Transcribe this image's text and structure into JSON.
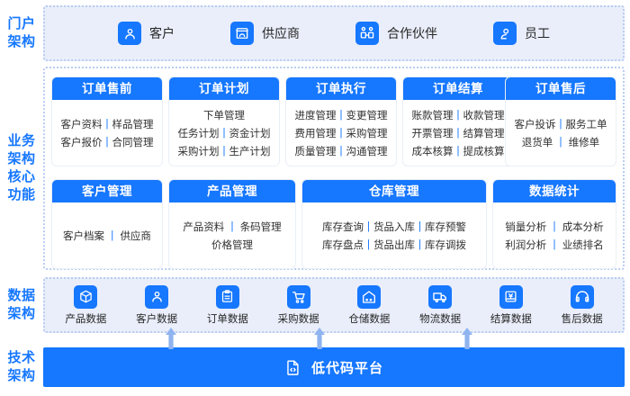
{
  "rails": [
    {
      "id": "portal",
      "label": "门户\n架构"
    },
    {
      "id": "business",
      "label": "业务\n架构\n核心\n功能"
    },
    {
      "id": "data",
      "label": "数据\n架构"
    },
    {
      "id": "tech",
      "label": "技术\n架构"
    }
  ],
  "rail_labels": {
    "portal_l1": "门户",
    "portal_l2": "架构",
    "business_l1": "业务",
    "business_l2": "架构",
    "business_l3": "核心",
    "business_l4": "功能",
    "data_l1": "数据",
    "data_l2": "架构",
    "tech_l1": "技术",
    "tech_l2": "架构"
  },
  "portal": {
    "items": [
      {
        "label": "客户",
        "icon": "user-icon"
      },
      {
        "label": "供应商",
        "icon": "shop-icon"
      },
      {
        "label": "合作伙伴",
        "icon": "partners-icon"
      },
      {
        "label": "员工",
        "icon": "employee-icon"
      }
    ]
  },
  "business": {
    "row1": [
      {
        "title": "订单售前",
        "lines": [
          [
            "客户资料",
            "样品管理"
          ],
          [
            "客户报价",
            "合同管理"
          ]
        ]
      },
      {
        "title": "订单计划",
        "lines": [
          [
            "下单管理"
          ],
          [
            "任务计划",
            "资金计划"
          ],
          [
            "采购计划",
            "生产计划"
          ]
        ]
      },
      {
        "title": "订单执行",
        "lines": [
          [
            "进度管理",
            "变更管理"
          ],
          [
            "费用管理",
            "采购管理"
          ],
          [
            "质量管理",
            "沟通管理"
          ]
        ]
      },
      {
        "title": "订单结算",
        "lines": [
          [
            "账款管理",
            "收款管理"
          ],
          [
            "开票管理",
            "结算管理"
          ],
          [
            "成本核算",
            "提成核算"
          ]
        ]
      },
      {
        "title": "订单售后",
        "lines": [
          [
            "客户投诉",
            "服务工单"
          ],
          [
            "退货单",
            "维修单"
          ]
        ]
      }
    ],
    "row2": [
      {
        "title": "客户管理",
        "lines": [
          [
            "客户档案",
            "供应商"
          ]
        ]
      },
      {
        "title": "产品管理",
        "lines": [
          [
            "产品资料",
            "条码管理"
          ],
          [
            "价格管理"
          ]
        ]
      },
      {
        "title": "仓库管理",
        "lines": [
          [
            "库存查询",
            "货品入库",
            "库存预警"
          ],
          [
            "库存盘点",
            "货品出库",
            "库存调拨"
          ]
        ]
      },
      {
        "title": "数据统计",
        "lines": [
          [
            "销量分析",
            "成本分析"
          ],
          [
            "利润分析",
            "业绩排名"
          ]
        ]
      }
    ]
  },
  "data_layer": {
    "items": [
      {
        "label": "产品数据",
        "icon": "box-icon"
      },
      {
        "label": "客户数据",
        "icon": "user-icon"
      },
      {
        "label": "订单数据",
        "icon": "clipboard-icon"
      },
      {
        "label": "采购数据",
        "icon": "cart-icon"
      },
      {
        "label": "仓储数据",
        "icon": "warehouse-icon"
      },
      {
        "label": "物流数据",
        "icon": "truck-icon"
      },
      {
        "label": "结算数据",
        "icon": "payment-icon"
      },
      {
        "label": "售后数据",
        "icon": "headset-icon"
      }
    ]
  },
  "tech": {
    "label": "低代码平台",
    "icon": "code-file-icon"
  },
  "colors": {
    "primary": "#1677ff",
    "panel_bg": "#e9eefa",
    "dotted_border": "#b9cdf2",
    "arrow": "#8fb4ef",
    "text": "#262626"
  }
}
